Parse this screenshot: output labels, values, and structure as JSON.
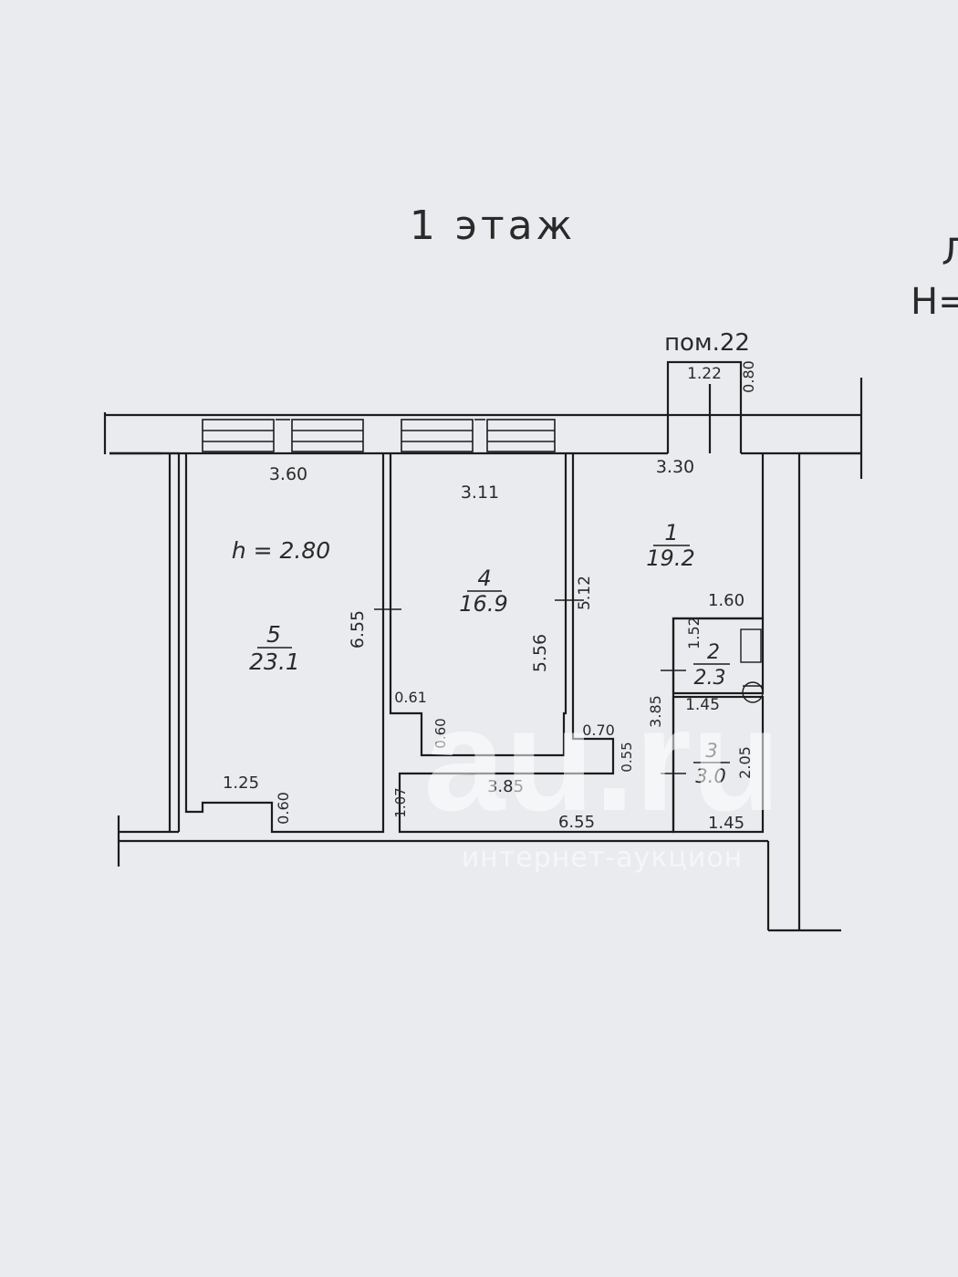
{
  "plan": {
    "title": "1 этаж",
    "edge_fragment_top": "Л",
    "edge_fragment_bottom": "H=",
    "adjacent_room": {
      "label": "пом.22",
      "width": "1.22",
      "depth": "0.80"
    },
    "ceiling_height": "h = 2.80",
    "rooms": [
      {
        "number": "5",
        "area": "23.1",
        "width": "3.60",
        "length": "6.55",
        "niche_width": "1.25",
        "niche_depth": "0.60"
      },
      {
        "number": "4",
        "area": "16.9",
        "width": "3.11",
        "length": "5.56",
        "door_side": "5.12"
      },
      {
        "number": "1",
        "area": "19.2",
        "width": "3.30",
        "inner_width": "1.60",
        "side": "3.85"
      },
      {
        "number": "2",
        "area": "2.3",
        "width": "1.45",
        "length": "1.52"
      },
      {
        "number": "3",
        "area": "3.0",
        "width": "1.45",
        "bottom_width": "1.45",
        "length": "2.05"
      }
    ],
    "corridor": {
      "top_length": "3.85",
      "bottom_length": "6.55",
      "height": "1.07",
      "step1": "0.61",
      "step2": "0.60",
      "step3": "0.70",
      "step4": "0.55"
    }
  },
  "watermark": {
    "logo": "au.ru",
    "subtitle": "интернет-аукцион"
  }
}
